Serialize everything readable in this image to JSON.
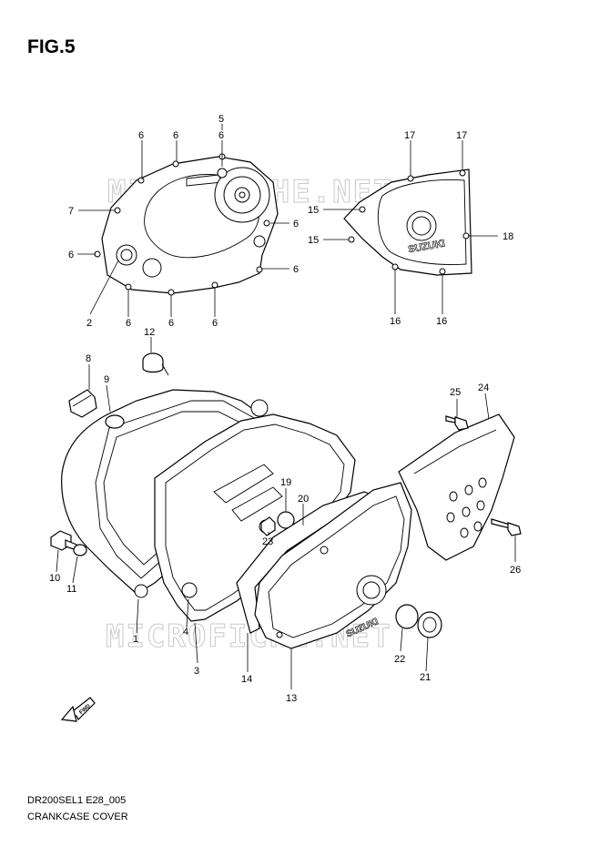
{
  "figure": {
    "title": "FIG.5"
  },
  "watermarks": [
    "MICROFICHE.NET",
    "MICROFICHE.NET"
  ],
  "brand_marks": [
    "SUZUKI",
    "SUZUKI"
  ],
  "fwd_marker": "FWD",
  "footer": {
    "model_code": "DR200SEL1 E28_005",
    "section_name": "CRANKCASE COVER"
  },
  "callouts": [
    "5",
    "6",
    "6",
    "6",
    "7",
    "6",
    "6",
    "6",
    "2",
    "6",
    "6",
    "6",
    "17",
    "17",
    "15",
    "15",
    "18",
    "16",
    "16",
    "12",
    "8",
    "9",
    "25",
    "24",
    "19",
    "20",
    "23",
    "10",
    "11",
    "26",
    "1",
    "4",
    "3",
    "14",
    "13",
    "22",
    "21"
  ]
}
